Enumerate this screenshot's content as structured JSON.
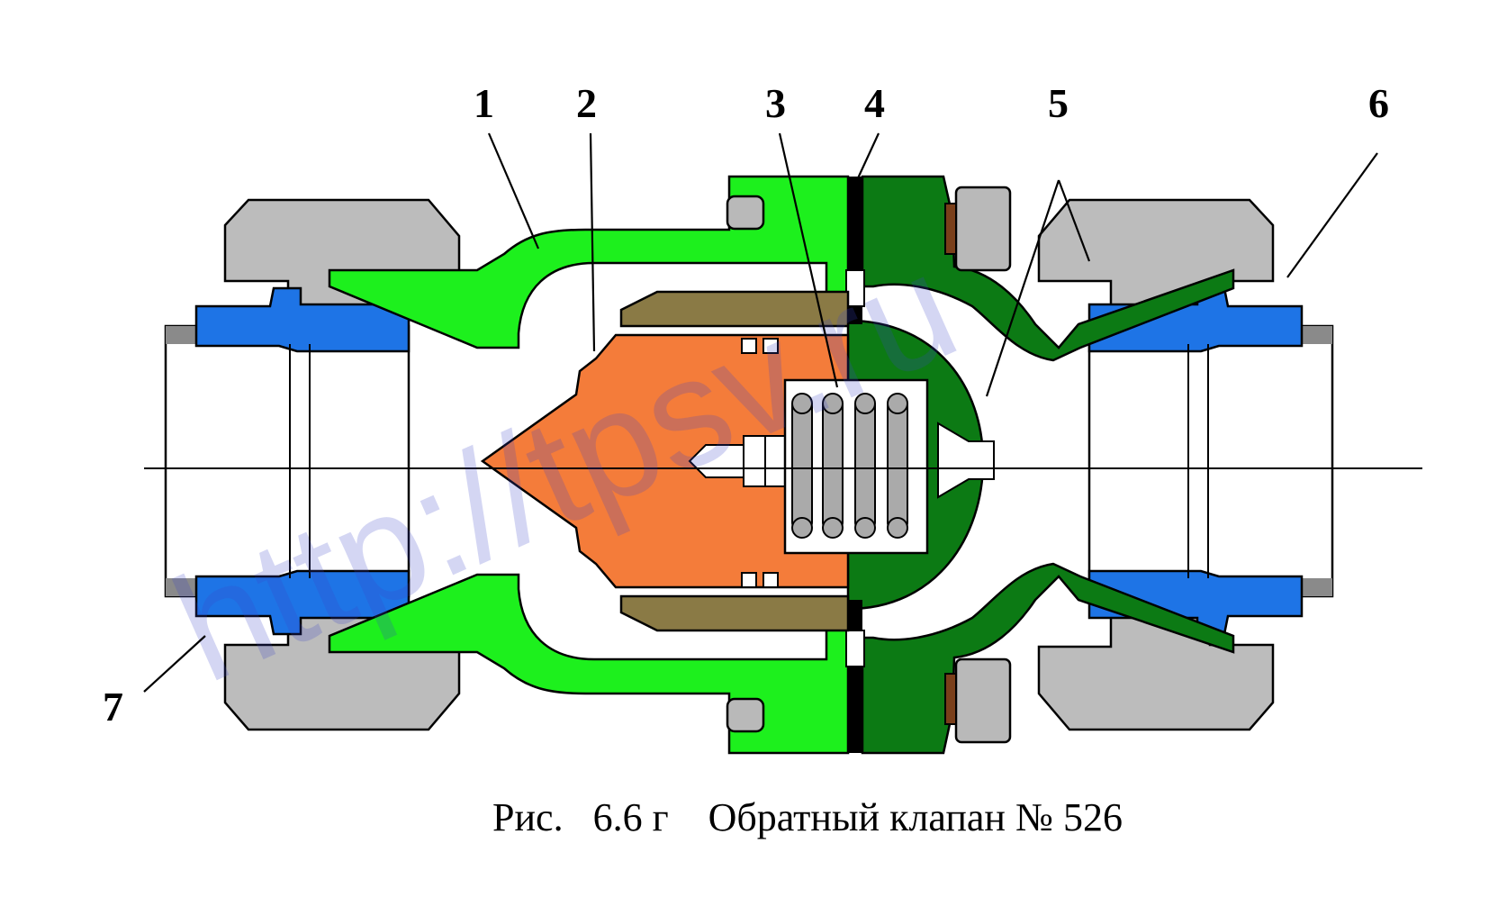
{
  "figure": {
    "caption": "Рис.   6.6 г    Обратный клапан № 526",
    "watermark": "http://tpsv.ru",
    "callouts": [
      "1",
      "2",
      "3",
      "4",
      "5",
      "6",
      "7"
    ]
  },
  "colors": {
    "body_left": "#1df01d",
    "body_right": "#0c7a14",
    "poppet": "#f47c3a",
    "guide": "#8a7a45",
    "union_nut": "#bcbcbc",
    "nipple": "#1e74e6",
    "pipe": "#ffffff",
    "gasket": "#000000",
    "spring_box": "#ffffff",
    "spring_coil": "#aaaaaa",
    "bolt": "#b9b9b9"
  }
}
